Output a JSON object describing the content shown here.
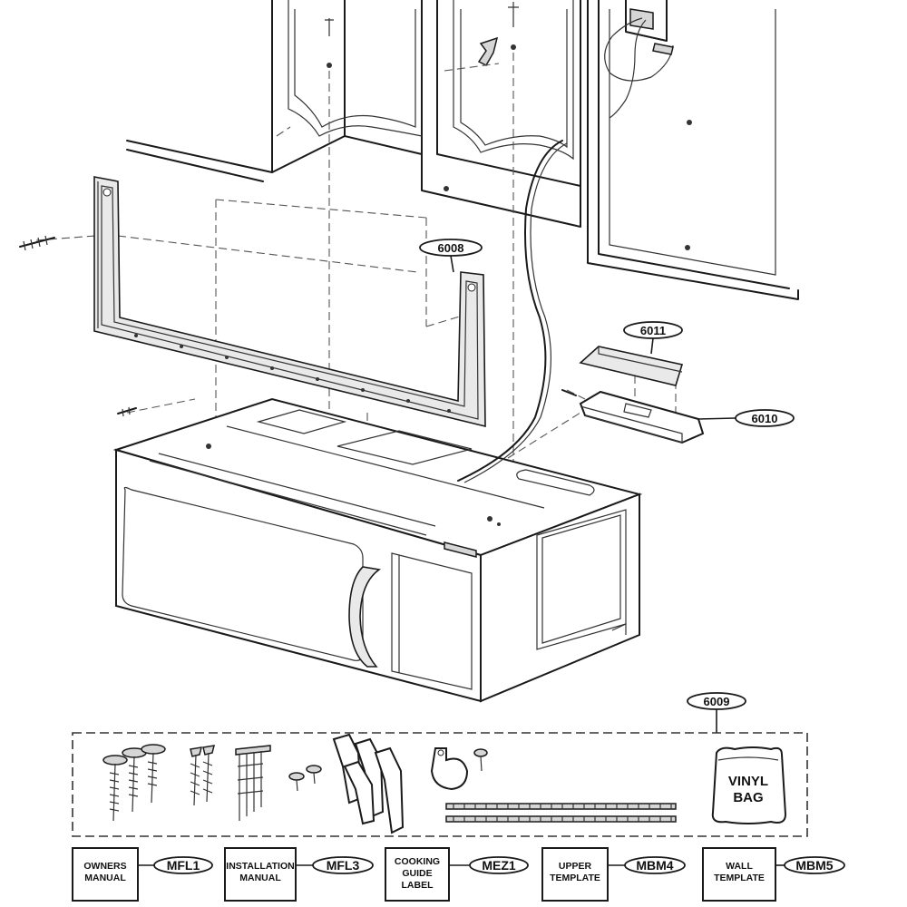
{
  "callouts": {
    "bracket": "6008",
    "cover": "6011",
    "duct": "6010",
    "hardware": "6009"
  },
  "bag_label": {
    "line1": "VINYL",
    "line2": "BAG"
  },
  "documents": [
    {
      "line1": "OWNERS",
      "line2": "MANUAL",
      "line3": "",
      "code": "MFL1"
    },
    {
      "line1": "INSTALLATION",
      "line2": "MANUAL",
      "line3": "",
      "code": "MFL3"
    },
    {
      "line1": "COOKING",
      "line2": "GUIDE",
      "line3": "LABEL",
      "code": "MEZ1"
    },
    {
      "line1": "UPPER",
      "line2": "TEMPLATE",
      "line3": "",
      "code": "MBM4"
    },
    {
      "line1": "WALL",
      "line2": "TEMPLATE",
      "line3": "",
      "code": "MBM5"
    }
  ]
}
